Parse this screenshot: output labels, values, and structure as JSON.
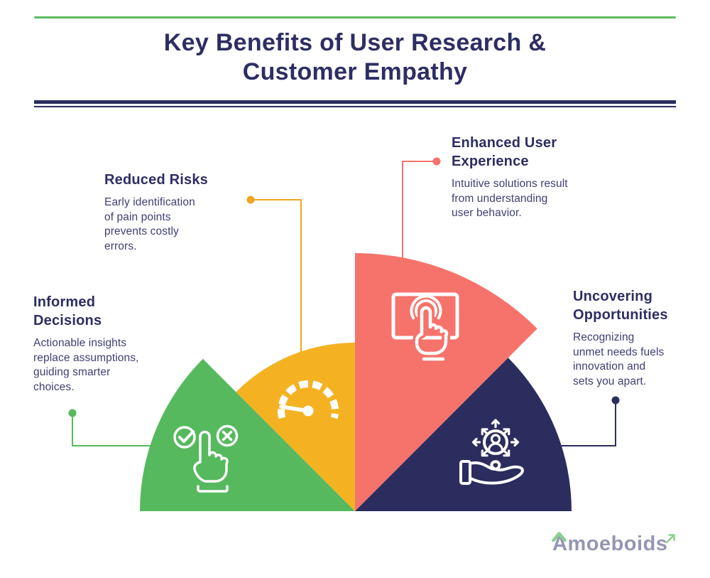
{
  "header": {
    "title": "Key Benefits of User Research &\nCustomer Empathy"
  },
  "benefits": [
    {
      "id": "informed-decisions",
      "title": "Informed\nDecisions",
      "description": "Actionable insights\nreplace assumptions,\nguiding smarter\nchoices.",
      "color": "#56b95e",
      "connector_color": "#56b95e",
      "icon": "choice-hand-icon"
    },
    {
      "id": "reduced-risks",
      "title": "Reduced Risks",
      "description": "Early identification\nof pain points\nprevents costly\nerrors.",
      "color": "#f4b223",
      "connector_color": "#eda621",
      "icon": "speedometer-icon"
    },
    {
      "id": "enhanced-user-experience",
      "title": "Enhanced User\nExperience",
      "description": "Intuitive solutions result\nfrom understanding\nuser behavior.",
      "color": "#f6736b",
      "connector_color": "#f6736b",
      "icon": "touchscreen-icon"
    },
    {
      "id": "uncovering-opportunities",
      "title": "Uncovering\nOpportunities",
      "description": "Recognizing\nunmet needs fuels\ninnovation and\nsets you apart.",
      "color": "#2b2d5e",
      "connector_color": "#2b2d5e",
      "icon": "opportunity-hand-icon"
    }
  ],
  "palette": {
    "title_text": "#2d2e63",
    "body_text": "#3e3e74",
    "top_rule": "#5cbb60",
    "divider": "#2b2d5f",
    "icon_stroke": "#ffffff",
    "background": "#ffffff"
  },
  "logo": {
    "initial": "A",
    "rest": "moeboids",
    "text_color": "#9596b3",
    "accent_color": "#8ccf90"
  }
}
